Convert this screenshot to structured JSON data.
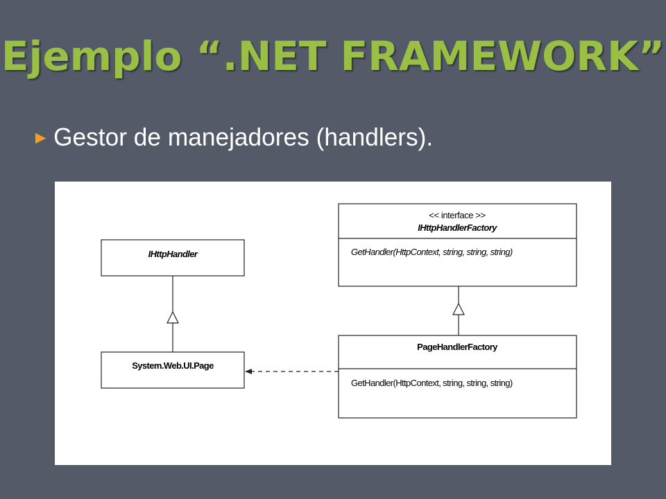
{
  "slide": {
    "title": "Ejemplo “.NET FRAMEWORK”",
    "bullet_symbol": "►",
    "bullet_text": "Gestor de manejadores (handlers)."
  },
  "colors": {
    "background": "#555a68",
    "title": "#99c044",
    "bullet_arrow": "#f0a020",
    "text": "#ffffff"
  },
  "diagram": {
    "ihttphandler": {
      "name": "IHttpHandler"
    },
    "system_web_ui_page": {
      "name": "System.Web.UI.Page"
    },
    "ihttphandlerfactory": {
      "stereotype": "<< interface >>",
      "name": "IHttpHandlerFactory",
      "method": "GetHandler(HttpContext, string, string, string)"
    },
    "pagehandlerfactory": {
      "name": "PageHandlerFactory",
      "method": "GetHandler(HttpContext, string, string, string)"
    }
  }
}
